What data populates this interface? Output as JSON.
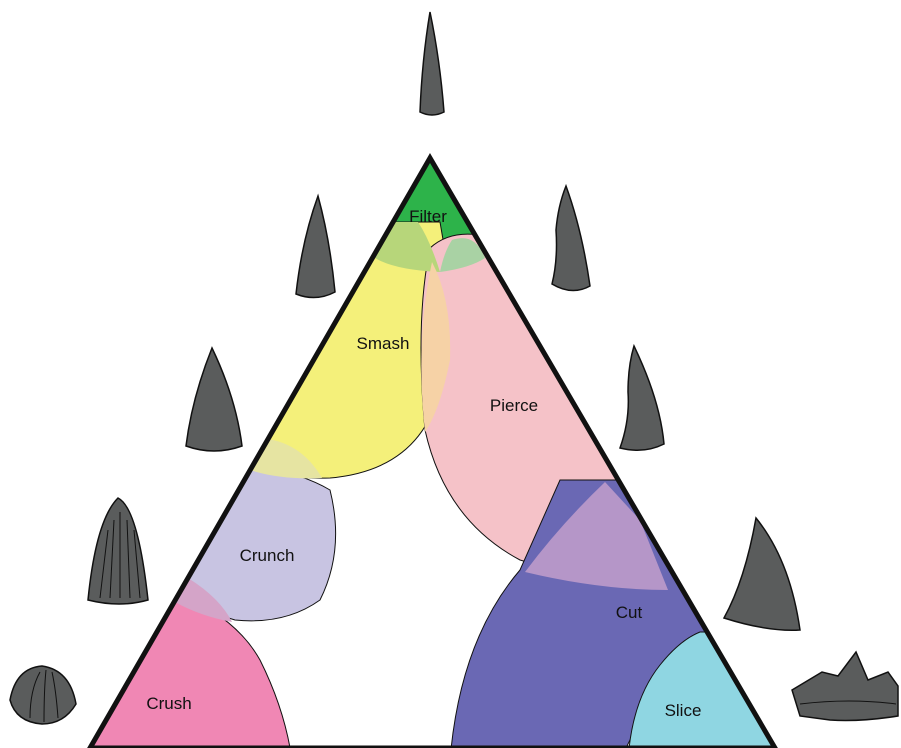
{
  "regions": {
    "filter": {
      "label": "Filter",
      "color": "#2db34a"
    },
    "smash": {
      "label": "Smash",
      "color": "#f4f07a"
    },
    "pierce": {
      "label": "Pierce",
      "color": "#f5c2c8"
    },
    "crunch": {
      "label": "Crunch",
      "color": "#c8c4e2"
    },
    "cut": {
      "label": "Cut",
      "color": "#6a68b4"
    },
    "crush": {
      "label": "Crush",
      "color": "#f087b4"
    },
    "slice": {
      "label": "Slice",
      "color": "#8fd6e2"
    }
  },
  "overlap_colors": {
    "filter_smash": "#b7d67a",
    "filter_pierce": "#a9d2a4",
    "smash_pierce": "#f6d2a6",
    "smash_crunch": "#e6e4a2",
    "pierce_cut": "#b596c8",
    "crunch_crush": "#d4a4c8"
  },
  "tooth_color": "#5a5c5c",
  "outline_color": "#111111",
  "icons": [
    "tall-curved-tooth-icon",
    "tall-conical-tooth-icon",
    "recurved-tooth-icon",
    "cone-tooth-icon",
    "curved-blade-tooth-icon",
    "ridged-cone-tooth-icon",
    "hooked-blade-tooth-icon",
    "rounded-ridged-tooth-icon",
    "flat-serrated-tooth-icon"
  ]
}
